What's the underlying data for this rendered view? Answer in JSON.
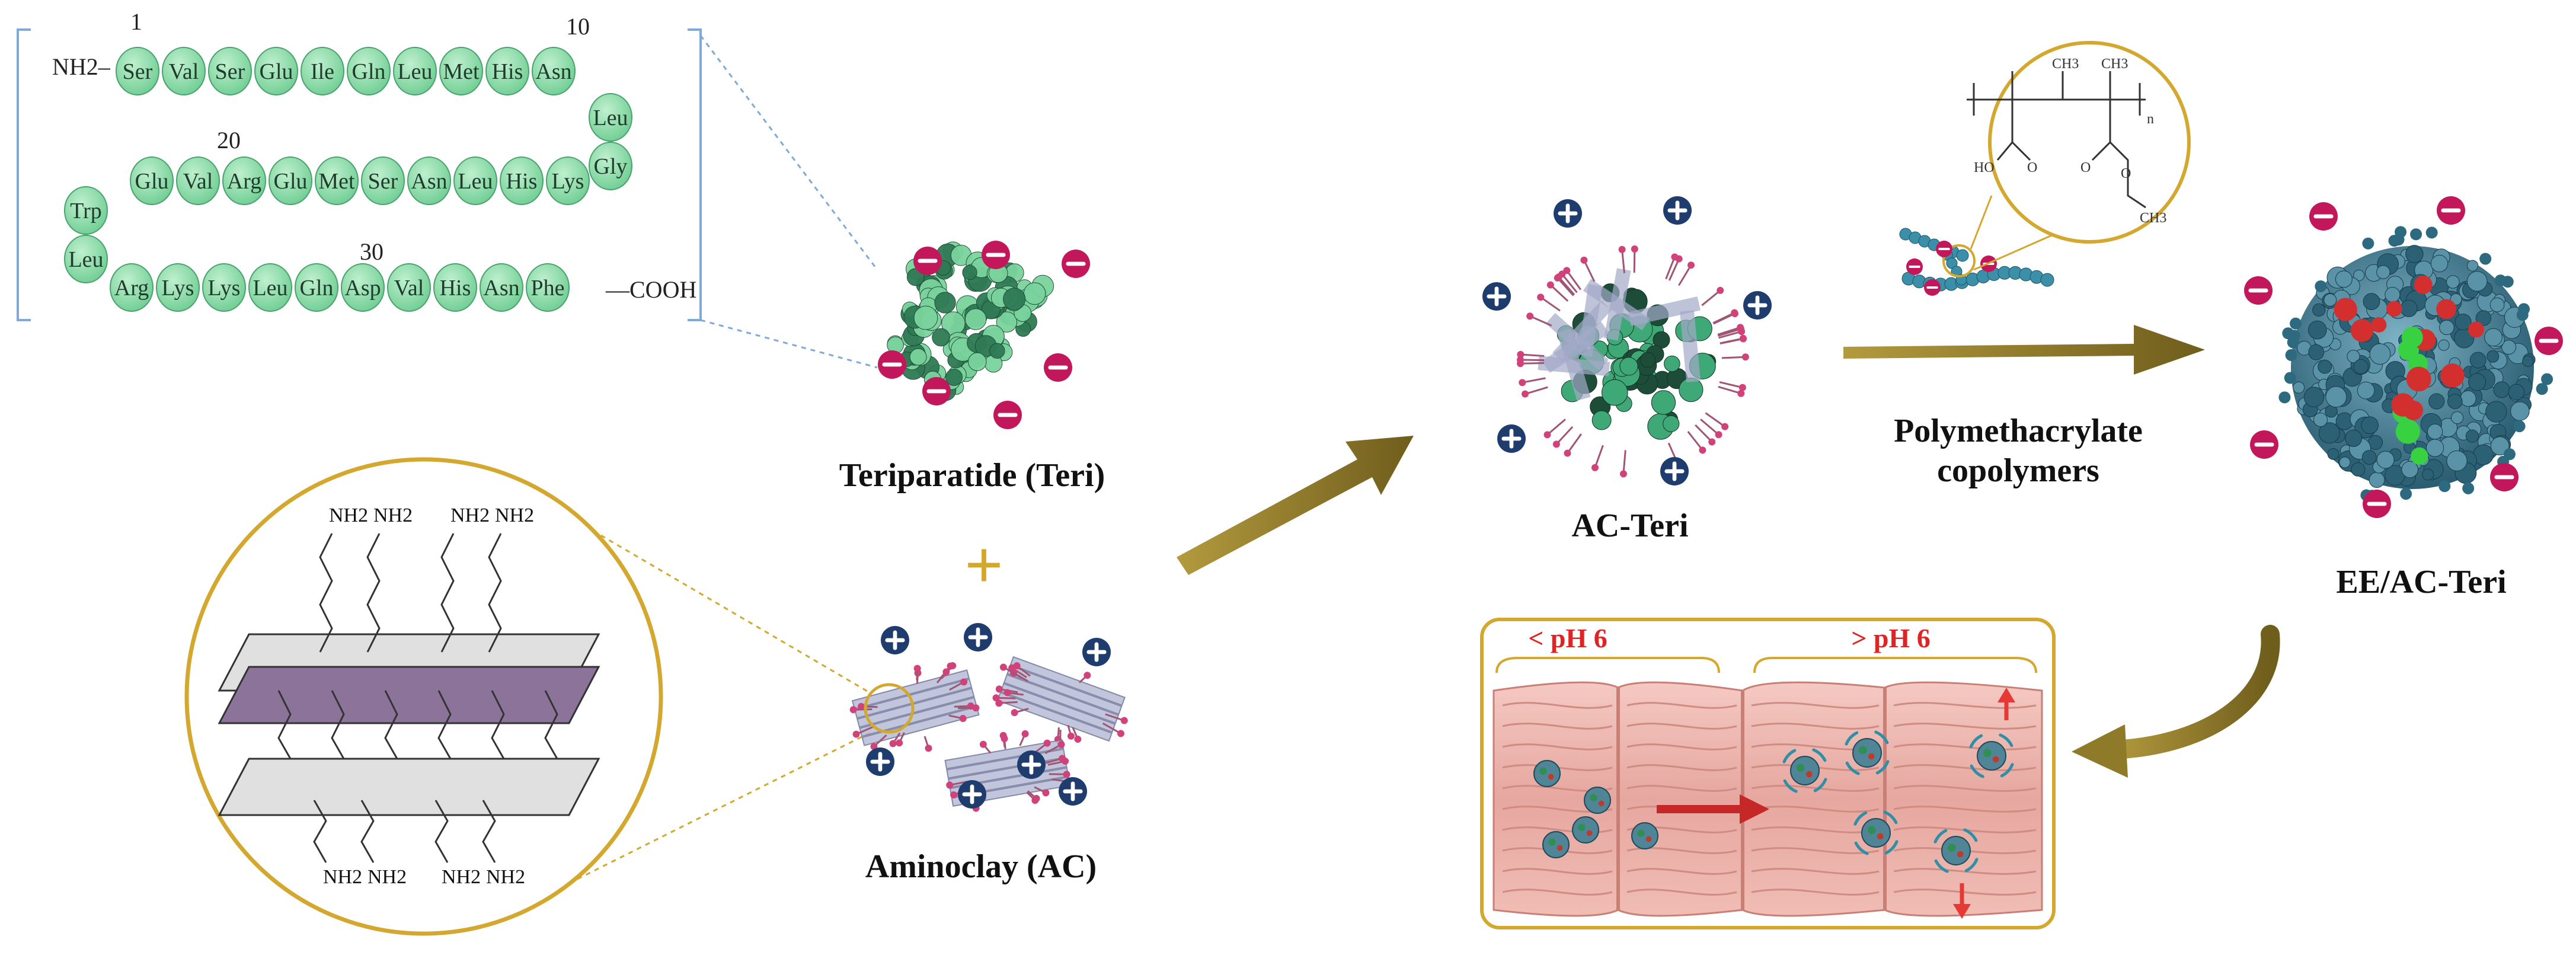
{
  "peptide": {
    "n_terminus": "NH2–",
    "c_terminus": "—COOH",
    "indices": [
      "1",
      "10",
      "20",
      "30"
    ],
    "row1": [
      "Ser",
      "Val",
      "Ser",
      "Glu",
      "Ile",
      "Gln",
      "Leu",
      "Met",
      "His",
      "Asn"
    ],
    "turn1": [
      "Leu",
      "Gly"
    ],
    "row2": [
      "Lys",
      "His",
      "Leu",
      "Asn",
      "Ser",
      "Met",
      "Glu",
      "Arg",
      "Val",
      "Glu"
    ],
    "turn2": [
      "Trp",
      "Leu"
    ],
    "row3": [
      "Arg",
      "Lys",
      "Lys",
      "Leu",
      "Gln",
      "Asp",
      "Val",
      "His",
      "Asn",
      "Phe"
    ],
    "bead_color": "#8fdcaa"
  },
  "aminoclay_structure": {
    "top_groups": [
      "NH2",
      "NH2",
      "NH2",
      "NH2"
    ],
    "bottom_groups": [
      "NH2",
      "NH2",
      "NH2",
      "NH2"
    ]
  },
  "labels": {
    "teri": "Teriparatide (Teri)",
    "ac": "Aminoclay (AC)",
    "ac_teri": "AC-Teri",
    "polymer_line1": "Polymethacrylate",
    "polymer_line2": "copolymers",
    "ee_ac_teri": "EE/AC-Teri",
    "plus_sign": "+",
    "ph_low": "< pH 6",
    "ph_high": "> pH 6"
  },
  "signs": {
    "negative": "−",
    "positive": "+"
  },
  "polymer_structure": {
    "oh": "HO",
    "o": "O",
    "ch3": "CH3",
    "n": "n"
  },
  "colors": {
    "negative_charge": "#c2185b",
    "positive_charge": "#1f3c6e",
    "arrow": "#8f7a2a",
    "circle_outline": "#d4a82e",
    "ph_label": "#e02424",
    "intestine": "#e6a79f",
    "nanoparticle": "#3c7389"
  },
  "icons": [
    "negative-charge-icon",
    "positive-charge-icon",
    "process-arrow-icon"
  ]
}
